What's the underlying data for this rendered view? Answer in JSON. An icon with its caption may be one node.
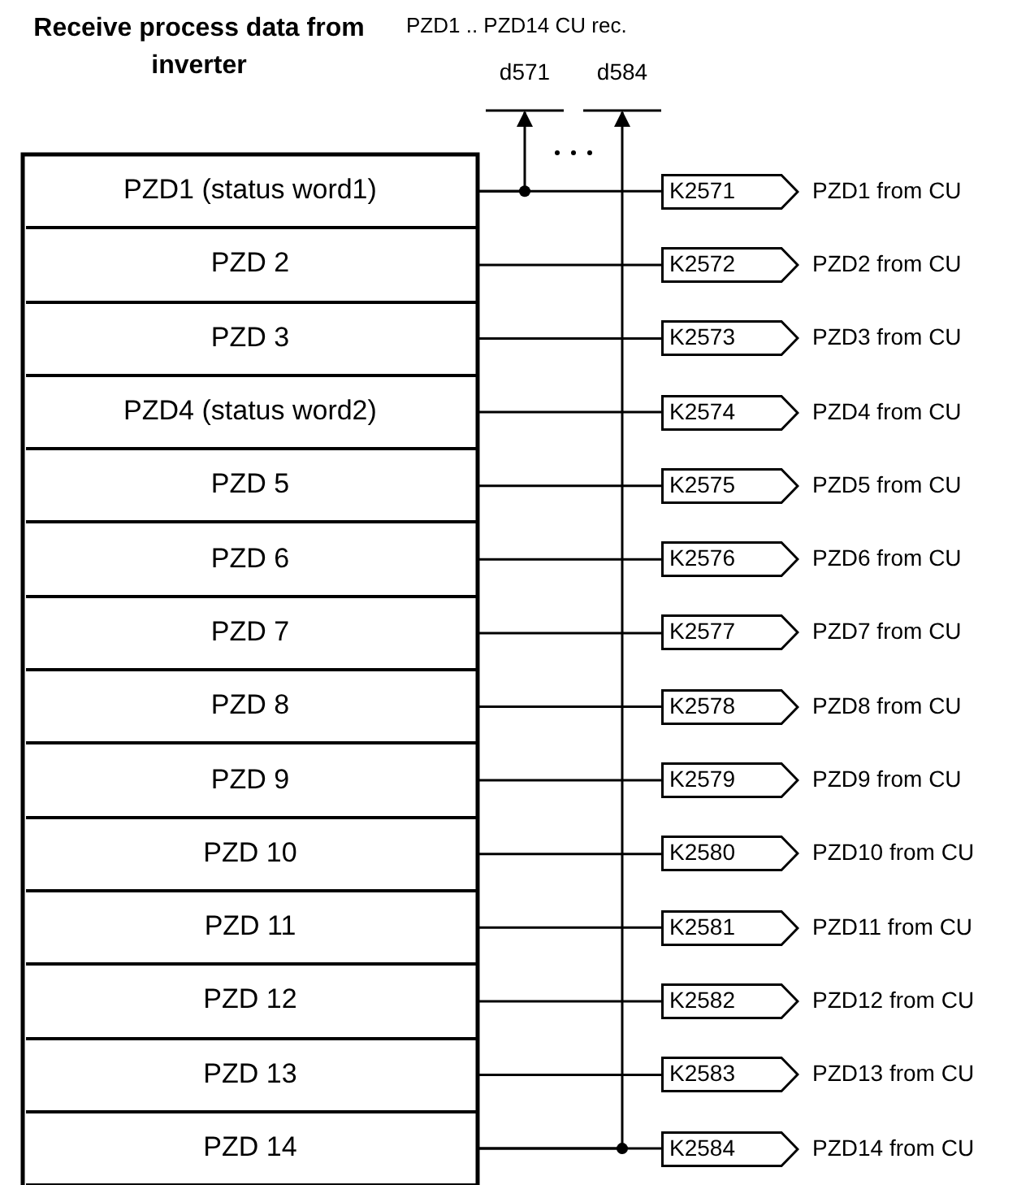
{
  "diagram": {
    "title": "Receive process data from inverter",
    "nodes": [
      {
        "text": [
          "PZD1 (status word1)"
        ]
      },
      {
        "text": [
          "PZD 2"
        ]
      },
      {
        "text": [
          "PZD 3"
        ]
      },
      {
        "text": [
          "PZD4 (status word2)"
        ]
      },
      {
        "text": [
          "PZD 5"
        ]
      },
      {
        "text": [
          "PZD 6"
        ]
      },
      {
        "text": [
          "PZD 7"
        ]
      },
      {
        "text": [
          "PZD 8"
        ]
      },
      {
        "text": [
          "PZD 9"
        ]
      },
      {
        "text": [
          "PZD 10"
        ]
      },
      {
        "text": [
          "PZD 11"
        ]
      },
      {
        "text": [
          "PZD 12"
        ]
      },
      {
        "text": [
          "PZD 13"
        ]
      },
      {
        "text": [
          "PZD 14"
        ]
      },
      {
        "text": [
          "K2571"
        ],
        "beside": [
          "PZD1 from CU"
        ]
      },
      {
        "text": [
          "K2572"
        ],
        "beside": [
          "PZD2 from CU"
        ]
      },
      {
        "text": [
          "K2573"
        ],
        "beside": [
          "PZD3 from CU"
        ]
      },
      {
        "text": [
          "K2574"
        ],
        "beside": [
          "PZD4 from CU"
        ]
      },
      {
        "text": [
          "K2575"
        ],
        "beside": [
          "PZD5 from CU"
        ]
      },
      {
        "text": [
          "K2576"
        ],
        "beside": [
          "PZD6 from CU"
        ]
      },
      {
        "text": [
          "K2577"
        ],
        "beside": [
          "PZD7 from CU"
        ]
      },
      {
        "text": [
          "K2578"
        ],
        "beside": [
          "PZD8 from CU"
        ]
      },
      {
        "text": [
          "K2579"
        ],
        "beside": [
          "PZD9 from CU"
        ]
      },
      {
        "text": [
          "K2580"
        ],
        "beside": [
          "PZD10 from CU"
        ]
      },
      {
        "text": [
          "K2581"
        ],
        "beside": [
          "PZD11 from CU"
        ]
      },
      {
        "text": [
          "K2582"
        ],
        "beside": [
          "PZD12 from CU"
        ]
      },
      {
        "text": [
          "K2583"
        ],
        "beside": [
          "PZD13 from CU"
        ]
      },
      {
        "text": [
          "K2584"
        ],
        "beside": [
          "PZD14 from CU"
        ]
      },
      {
        "text": [
          "d571"
        ]
      },
      {
        "text": [
          "d584"
        ]
      }
    ],
    "edges": [
      {
        "from": 0,
        "to": 14,
        "arrow": "none"
      },
      {
        "from": 1,
        "to": 15,
        "arrow": "none"
      },
      {
        "from": 2,
        "to": 16,
        "arrow": "none"
      },
      {
        "from": 3,
        "to": 17,
        "arrow": "none"
      },
      {
        "from": 4,
        "to": 18,
        "arrow": "none"
      },
      {
        "from": 5,
        "to": 19,
        "arrow": "none"
      },
      {
        "from": 6,
        "to": 20,
        "arrow": "none"
      },
      {
        "from": 7,
        "to": 21,
        "arrow": "none"
      },
      {
        "from": 8,
        "to": 22,
        "arrow": "none"
      },
      {
        "from": 9,
        "to": 23,
        "arrow": "none"
      },
      {
        "from": 10,
        "to": 24,
        "arrow": "none"
      },
      {
        "from": 11,
        "to": 25,
        "arrow": "none"
      },
      {
        "from": 12,
        "to": 26,
        "arrow": "none"
      },
      {
        "from": 13,
        "to": 27,
        "arrow": "none"
      },
      {
        "from": 0,
        "to": 28,
        "arrow": "to"
      },
      {
        "from": 13,
        "to": 29,
        "arrow": "to"
      }
    ],
    "labels": [
      "PZD1 .. PZD14 CU rec."
    ]
  }
}
